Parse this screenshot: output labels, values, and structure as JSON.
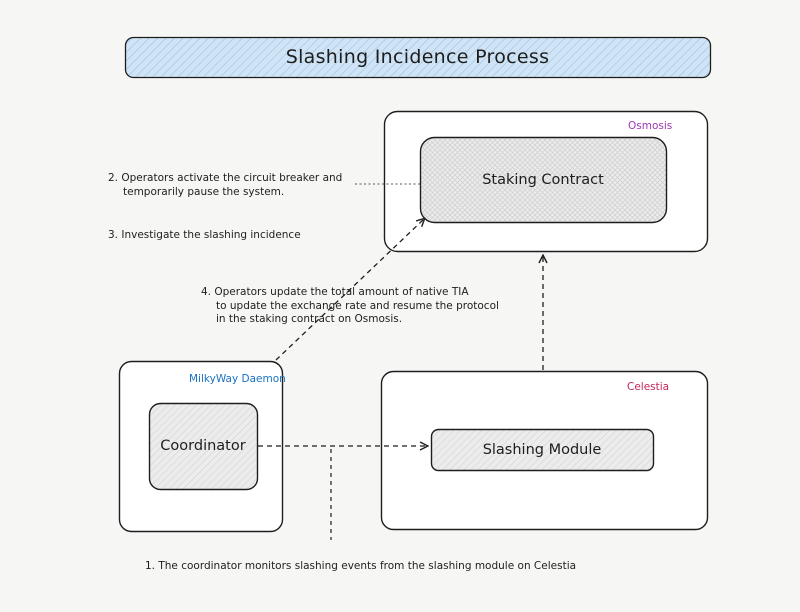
{
  "title": "Slashing Incidence Process",
  "boxes": {
    "staking_contract": "Staking Contract",
    "coordinator": "Coordinator",
    "slashing_module": "Slashing Module"
  },
  "groups": {
    "osmosis": "Osmosis",
    "celestia": "Celestia",
    "milkyway_daemon": "MilkyWay Daemon"
  },
  "notes": {
    "step1": "1. The coordinator monitors slashing events from the slashing module on Celestia",
    "step2_line1": "2. Operators activate the circuit breaker and",
    "step2_line2": "temporarily pause the system.",
    "step3": "3. Investigate the slashing incidence",
    "step4_line1": "4. Operators update the total amount of native TIA",
    "step4_line2": "to update the exchange rate and resume the protocol",
    "step4_line3": "in the staking contract on Osmosis."
  },
  "colors": {
    "title_fill": "#d0e4f5",
    "inner_box_fill": "#e8e8e8",
    "osmosis_label": "#9c36b5",
    "celestia_label": "#c2255c",
    "daemon_label": "#1971c2"
  }
}
